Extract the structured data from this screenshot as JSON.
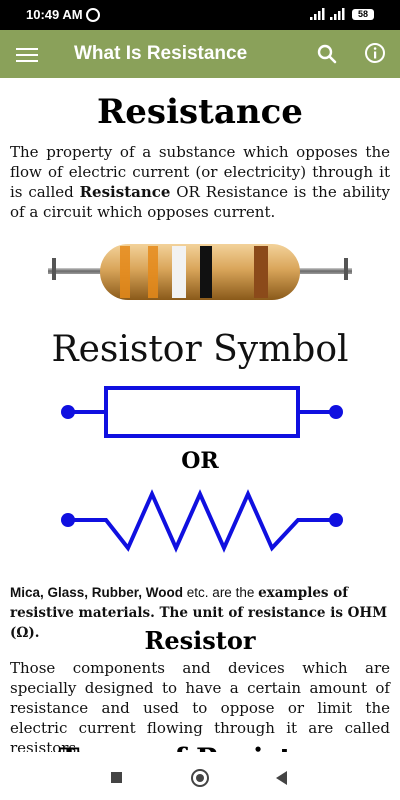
{
  "status_bar": {
    "time": "10:49 AM",
    "battery": "58"
  },
  "app_bar": {
    "title": "What Is Resistance"
  },
  "content": {
    "heading": "Resistance",
    "intro_parts": [
      "The property of a substance which opposes the flow of electric current (or electricity) through it is called ",
      "Resistance",
      " OR Resistance is the ability of a circuit which opposes current."
    ],
    "symbol_title": "Resistor Symbol",
    "or_label": "OR",
    "materials_parts": [
      "Mica, Glass, Rubber, Wood",
      " etc. are the ",
      "examples of resistive materials. The unit of resistance is OHM (Ω)."
    ],
    "resistor_heading": "Resistor",
    "resistor_text": "Those components and devices which are specially designed to have a certain amount of resistance and used to oppose or limit the electric current flowing through it are called resistors.",
    "partial_heading": "Types of Resistors"
  },
  "colors": {
    "app_bar": "#8aa15a",
    "symbol_blue": "#1010e0",
    "resistor_body": "#d9a55a"
  },
  "icons": [
    "menu-icon",
    "search-icon",
    "info-icon",
    "alarm-icon",
    "signal-icon",
    "battery-icon",
    "nav-recents-icon",
    "nav-home-icon",
    "nav-back-icon"
  ]
}
